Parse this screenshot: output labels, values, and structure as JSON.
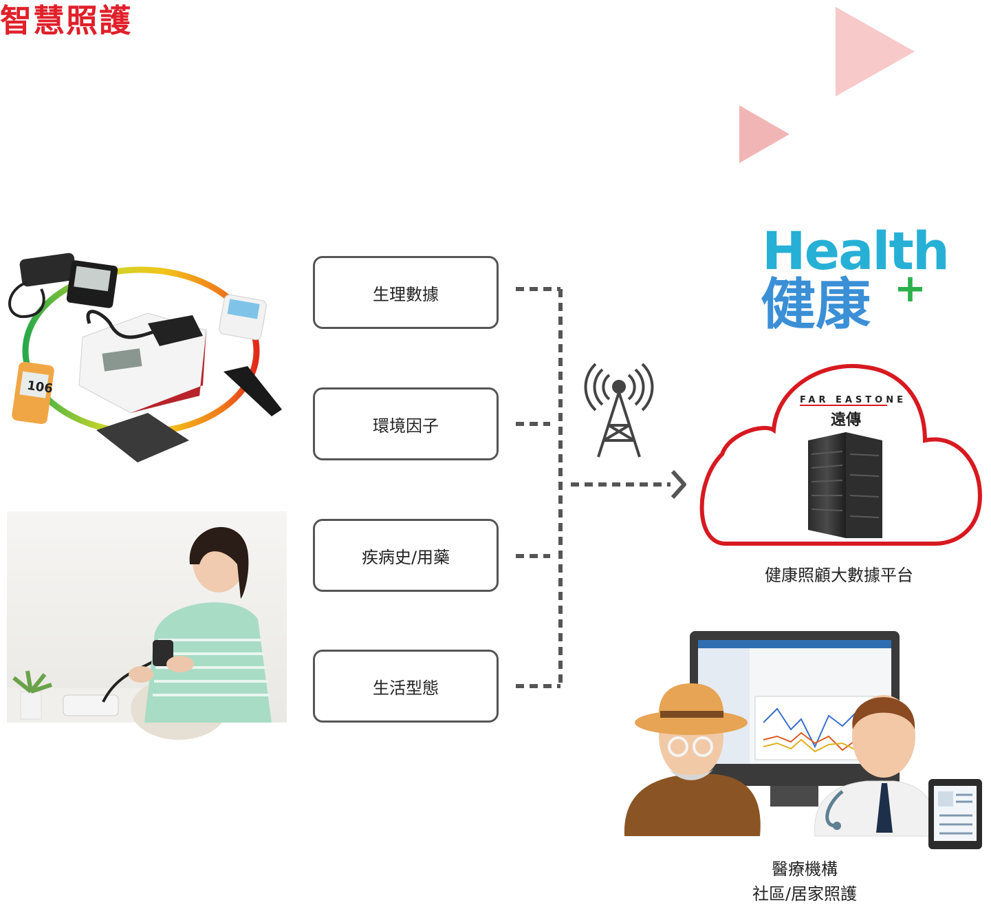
{
  "title": "智慧照護",
  "data_categories": [
    {
      "label": "生理數據"
    },
    {
      "label": "環境因子"
    },
    {
      "label": "疾病史/用藥"
    },
    {
      "label": "生活型態"
    }
  ],
  "brand": {
    "health": "Health",
    "cn": "健康",
    "plus": "+"
  },
  "cloud": {
    "operator_en": "FAR EASTONE",
    "operator_cn": "遠傳",
    "caption": "健康照顧大數據平台"
  },
  "institutions": {
    "line1": "醫療機構",
    "line2": "社區/居家照護"
  },
  "device_readings": {
    "glucose_meter": "106"
  },
  "colors": {
    "title": "#e0202a",
    "cloud_outline": "#d71920",
    "triangle": "#f2b8b8",
    "box_border": "#555555",
    "connector": "#555555"
  },
  "icons": [
    "cell-tower-icon",
    "arrow-right-icon",
    "server-rack-icon",
    "cloud-icon",
    "doctor-icon",
    "elderly-icon",
    "tablet-icon",
    "monitor-icon"
  ]
}
